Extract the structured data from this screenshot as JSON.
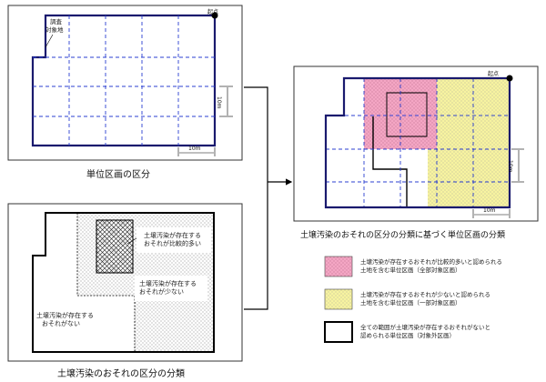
{
  "diagram1": {
    "origin_label": "起点",
    "area_label_line1": "調査",
    "area_label_line2": "対象地",
    "unit_h": "10m",
    "unit_v": "10m",
    "caption": "単位区画の区分"
  },
  "diagram2": {
    "high_line1": "土壌汚染が存在する",
    "high_line2": "おそれが比較的多い",
    "low_line1": "土壌汚染が存在する",
    "low_line2": "おそれが少ない",
    "none_line1": "土壌汚染が存在する",
    "none_line2": "おそれがない",
    "caption": "土壌汚染のおそれの区分の分類"
  },
  "diagram3": {
    "origin_label": "起点",
    "unit_h": "10m",
    "unit_v": "10m",
    "caption": "土壌汚染のおそれの区分の分類に基づく単位区画の分類"
  },
  "legend": [
    {
      "color": "#f4a6c4",
      "line1": "土壌汚染が存在するおそれが比較的多いと認められる",
      "line2": "土地を含む単位区画（全部対象区画）"
    },
    {
      "color": "#f7f3a0",
      "line1": "土壌汚染が存在するおそれが少ないと認められる",
      "line2": "土地を含む単位区画（一部対象区画）"
    },
    {
      "color": "#ffffff",
      "line1": "全ての範囲が土壌汚染が存在するおそれがないと",
      "line2": "認められる単位区画（対象外区画）"
    }
  ]
}
